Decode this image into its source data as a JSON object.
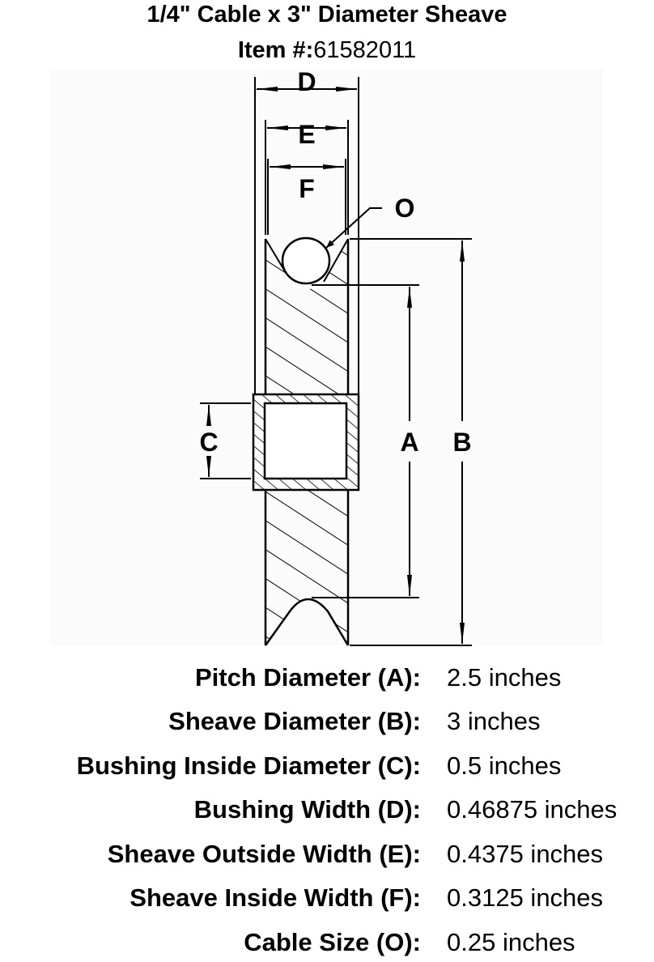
{
  "header": {
    "title": "1/4\" Cable x 3\" Diameter Sheave",
    "item_label": "Item #:",
    "item_number": "61582011"
  },
  "diagram": {
    "labels": {
      "A": "A",
      "B": "B",
      "C": "C",
      "D": "D",
      "E": "E",
      "F": "F",
      "O": "O"
    }
  },
  "specs": [
    {
      "label": "Pitch Diameter (A):",
      "value": "2.5 inches"
    },
    {
      "label": "Sheave Diameter (B):",
      "value": "3 inches"
    },
    {
      "label": "Bushing Inside Diameter (C):",
      "value": "0.5 inches"
    },
    {
      "label": "Bushing Width (D):",
      "value": "0.46875 inches"
    },
    {
      "label": "Sheave Outside Width (E):",
      "value": "0.4375 inches"
    },
    {
      "label": "Sheave Inside Width (F):",
      "value": "0.3125 inches"
    },
    {
      "label": "Cable Size (O):",
      "value": "0.25 inches"
    }
  ]
}
